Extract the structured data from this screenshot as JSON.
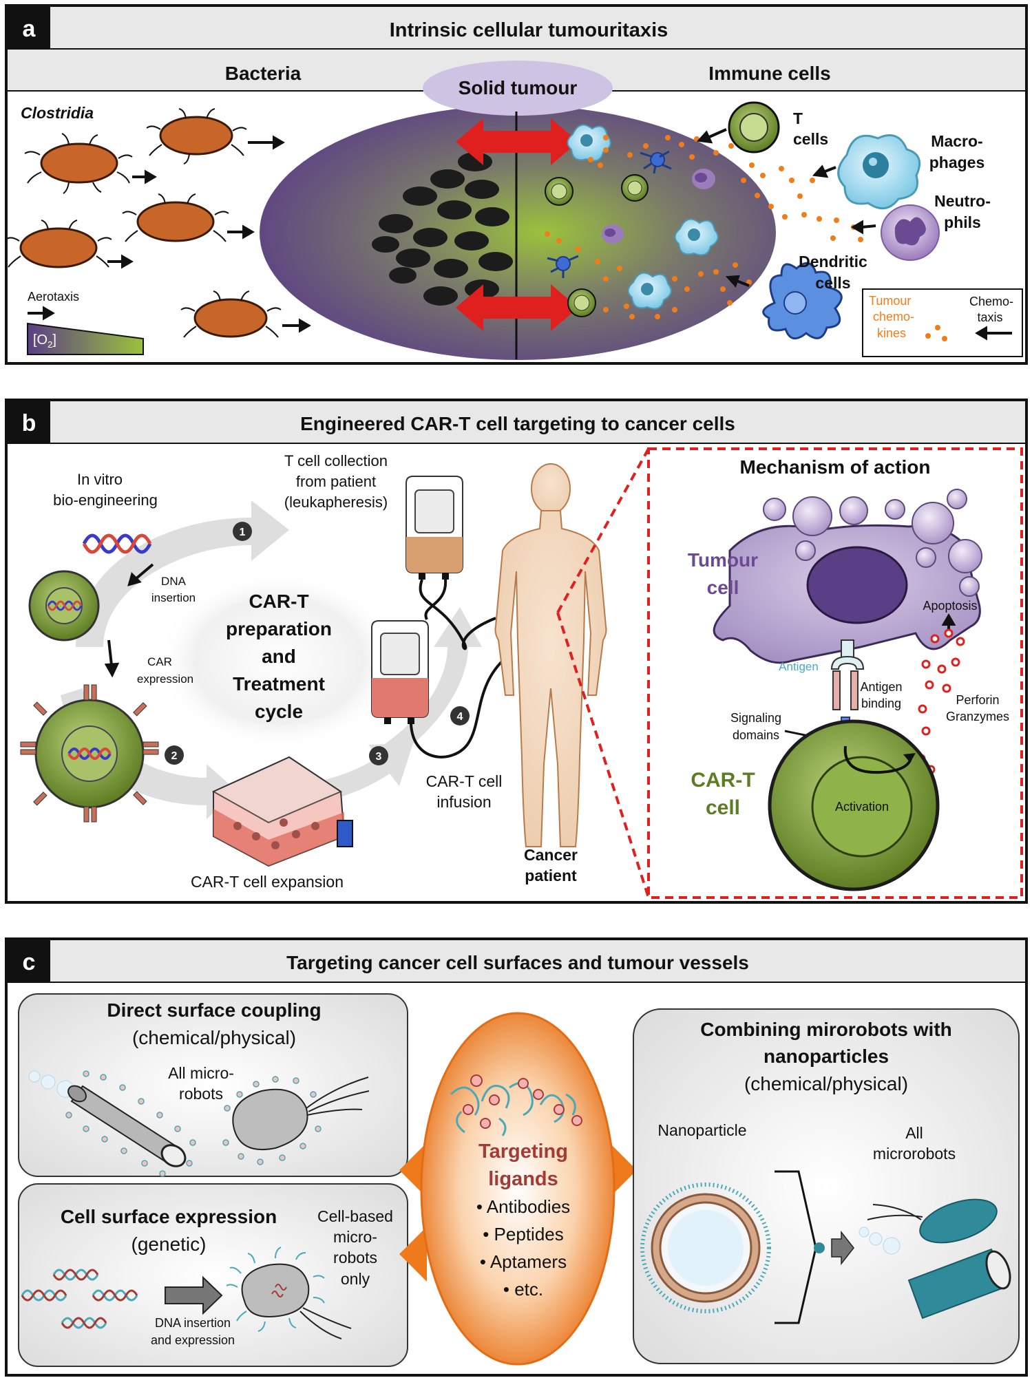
{
  "panel_a": {
    "letter": "a",
    "title": "Intrinsic cellular tumouritaxis",
    "col_left": "Bacteria",
    "col_right": "Immune cells",
    "solid_tumour": "Solid tumour",
    "clostridia": "Clostridia",
    "aerotaxis": "Aerotaxis",
    "o2_label": "[O",
    "o2_sub": "2",
    "o2_close": "]",
    "t_cells_1": "T",
    "t_cells_2": "cells",
    "macro_1": "Macro-",
    "macro_2": "phages",
    "neutro_1": "Neutro-",
    "neutro_2": "phils",
    "dendritic_1": "Dendritic",
    "dendritic_2": "cells",
    "legend_chemokines_1": "Tumour",
    "legend_chemokines_2": "chemo-",
    "legend_chemokines_3": "kines",
    "legend_chemotaxis_1": "Chemo-",
    "legend_chemotaxis_2": "taxis"
  },
  "panel_b": {
    "letter": "b",
    "title": "Engineered CAR-T cell targeting to cancer cells",
    "invitro_1": "In vitro",
    "invitro_2": "bio-engineering",
    "collection_1": "T cell collection",
    "collection_2": "from patient",
    "collection_3": "(leukapheresis)",
    "dna_1": "DNA",
    "dna_2": "insertion",
    "car_1": "CAR",
    "car_2": "expression",
    "cycle_1": "CAR-T",
    "cycle_2": "preparation",
    "cycle_3": "and",
    "cycle_4": "Treatment",
    "cycle_5": "cycle",
    "step_1": "1",
    "step_2": "2",
    "step_3": "3",
    "step_4": "4",
    "expansion": "CAR-T cell expansion",
    "infusion_1": "CAR-T cell",
    "infusion_2": "infusion",
    "patient_1": "Cancer",
    "patient_2": "patient",
    "moa_title": "Mechanism of action",
    "tumour_cell_1": "Tumour",
    "tumour_cell_2": "cell",
    "apoptosis": "Apoptosis",
    "antigen": "Antigen",
    "antigen_binding_1": "Antigen",
    "antigen_binding_2": "binding",
    "signaling_1": "Signaling",
    "signaling_2": "domains",
    "perforin": "Perforin",
    "granzymes": "Granzymes",
    "cart_cell_1": "CAR-T",
    "cart_cell_2": "cell",
    "activation": "Activation"
  },
  "panel_c": {
    "letter": "c",
    "title": "Targeting cancer cell surfaces and tumour vessels",
    "direct_title": "Direct surface coupling",
    "direct_sub": "(chemical/physical)",
    "all_micro_1": "All micro-",
    "all_micro_2": "robots",
    "expr_title": "Cell surface expression",
    "expr_sub": "(genetic)",
    "cellbased_1": "Cell-based",
    "cellbased_2": "micro-",
    "cellbased_3": "robots",
    "cellbased_4": "only",
    "dna_expr_1": "DNA insertion",
    "dna_expr_2": "and expression",
    "ligands_1": "Targeting",
    "ligands_2": "ligands",
    "ligand_items": [
      "• Antibodies",
      "• Peptides",
      "• Aptamers",
      "• etc."
    ],
    "combine_1": "Combining mirorobots with",
    "combine_2": "nanoparticles",
    "combine_sub": "(chemical/physical)",
    "nanoparticle": "Nanoparticle",
    "all_microrobots_1": "All",
    "all_microrobots_2": "microrobots"
  },
  "colors": {
    "header_bg": "#e8e8e8",
    "tumour_purple": "#5b3f86",
    "bacteria_orange": "#c8662a",
    "red_arrow": "#e01f1f",
    "chemokine_orange": "#f07d1a",
    "tcell_green": "#7e9b3c",
    "tumourcell_purple": "#b49dcb",
    "ligand_red": "#a33a35"
  }
}
